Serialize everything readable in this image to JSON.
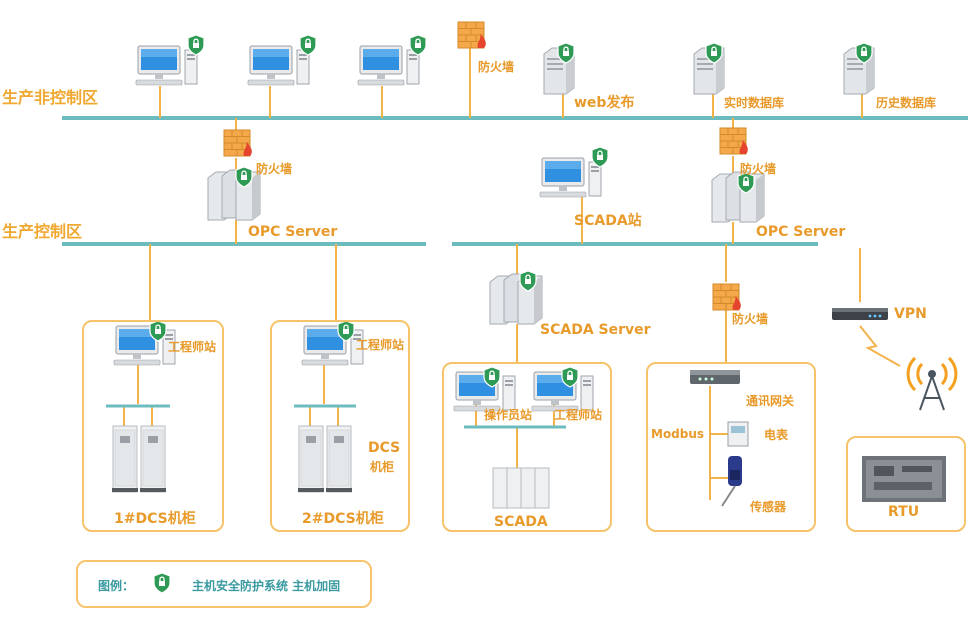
{
  "zones": {
    "non_control": "生产非控制区",
    "control": "生产控制区"
  },
  "labels": {
    "firewall_top": "防火墙",
    "web_publish": "web发布",
    "realtime_db": "实时数据库",
    "history_db": "历史数据库",
    "firewall_left": "防火墙",
    "firewall_right": "防火墙",
    "opc_left": "OPC Server",
    "opc_right": "OPC Server",
    "scada_station": "SCADA站",
    "scada_server": "SCADA Server",
    "firewall_lower": "防火墙",
    "vpn": "VPN",
    "eng1": "工程师站",
    "eng2": "工程师站",
    "dcs1": "1#DCS机柜",
    "dcs2": "2#DCS机柜",
    "dcs_cab_line1": "DCS",
    "dcs_cab_line2": "机柜",
    "operator": "操作员站",
    "eng3": "工程师站",
    "scada": "SCADA",
    "gateway": "通讯网关",
    "modbus": "Modbus",
    "meter": "电表",
    "sensor": "传感器",
    "rtu": "RTU"
  },
  "legend": {
    "title": "图例：",
    "desc": "主机安全防护系统 主机加固"
  },
  "colors": {
    "line": "#f3b24a",
    "bus": "#6cbcbf",
    "box": "#f6c36a",
    "shield": "#2e9a55",
    "label": "#e89a2a"
  }
}
